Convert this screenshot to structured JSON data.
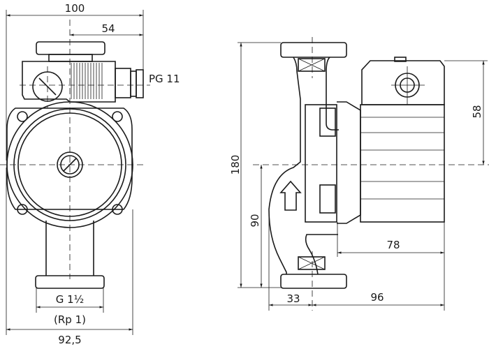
{
  "front_view": {
    "dim_width_total": "100",
    "dim_connector_offset": "54",
    "cable_gland_label": "PG 11",
    "pipe_thread_label": "G 1½",
    "pipe_thread_alt_label": "(Rp 1)",
    "dim_flange_width": "92,5"
  },
  "side_view": {
    "dim_height_total": "180",
    "dim_height_half": "90",
    "dim_box_height": "58",
    "dim_motor_length": "78",
    "dim_pipe_offset": "33",
    "dim_motor_depth": "96"
  }
}
